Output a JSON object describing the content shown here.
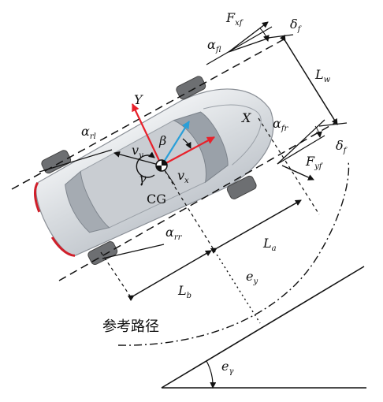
{
  "labels": {
    "Fxf": {
      "main": "F",
      "sub": "xf"
    },
    "delta_f_top": {
      "main": "δ",
      "sub": "f"
    },
    "alpha_fl": {
      "main": "α",
      "sub": "fl"
    },
    "Lw": {
      "main": "L",
      "sub": "w"
    },
    "Y": {
      "main": "Y"
    },
    "X": {
      "main": "X"
    },
    "alpha_rl": {
      "main": "α",
      "sub": "rl"
    },
    "alpha_fr": {
      "main": "α",
      "sub": "fr"
    },
    "beta": {
      "main": "β"
    },
    "vy": {
      "main": "v",
      "sub": "y"
    },
    "vx": {
      "main": "v",
      "sub": "x"
    },
    "gamma": {
      "main": "γ"
    },
    "CG": {
      "main": "CG"
    },
    "Fyf": {
      "main": "F",
      "sub": "yf"
    },
    "delta_f_bottom": {
      "main": "δ",
      "sub": "f"
    },
    "alpha_rr": {
      "main": "α",
      "sub": "rr"
    },
    "La": {
      "main": "L",
      "sub": "a"
    },
    "ey": {
      "main": "e",
      "sub": "y"
    },
    "Lb": {
      "main": "L",
      "sub": "b"
    },
    "path": {
      "main": "参考路径"
    },
    "egamma": {
      "main": "e",
      "sub": "γ"
    }
  },
  "colors": {
    "red_axis": "#e8212b",
    "blue_velocity": "#2a9fd8",
    "car_body": "#dcdfe3",
    "car_shade": "#b9bec5",
    "tire": "#6d6f72",
    "line": "#111111",
    "taillight": "#d01f2a"
  }
}
